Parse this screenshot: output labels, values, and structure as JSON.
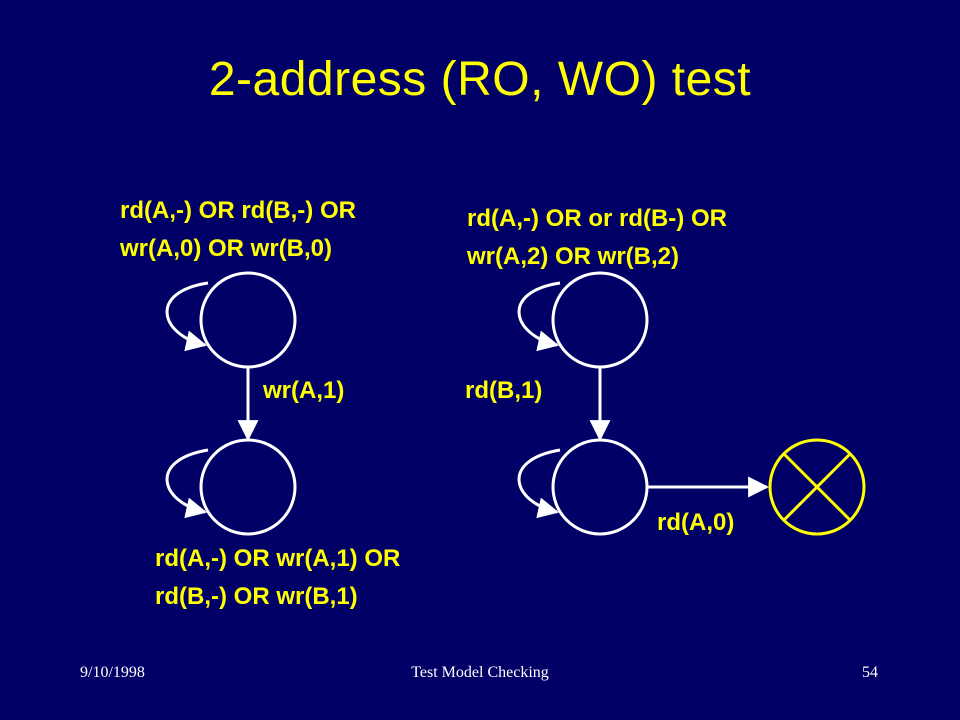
{
  "title": "2-address (RO, WO) test",
  "labels": {
    "top_left": [
      "rd(A,-) OR rd(B,-) OR",
      "wr(A,0) OR wr(B,0)"
    ],
    "top_right": [
      "rd(A,-) OR or rd(B-) OR",
      "wr(A,2) OR wr(B,2)"
    ],
    "left_transition": "wr(A,1)",
    "right_transition": "rd(B,1)",
    "bottom_left": [
      "rd(A,-) OR wr(A,1) OR",
      "rd(B,-) OR wr(B,1)"
    ],
    "fail_transition": "rd(A,0)"
  },
  "footer": {
    "date": "9/10/1998",
    "center": "Test Model Checking",
    "page": "54"
  },
  "colors": {
    "background": "#000066",
    "text": "#ffff00",
    "lines": "#ffffff",
    "footer": "#ffffff"
  }
}
